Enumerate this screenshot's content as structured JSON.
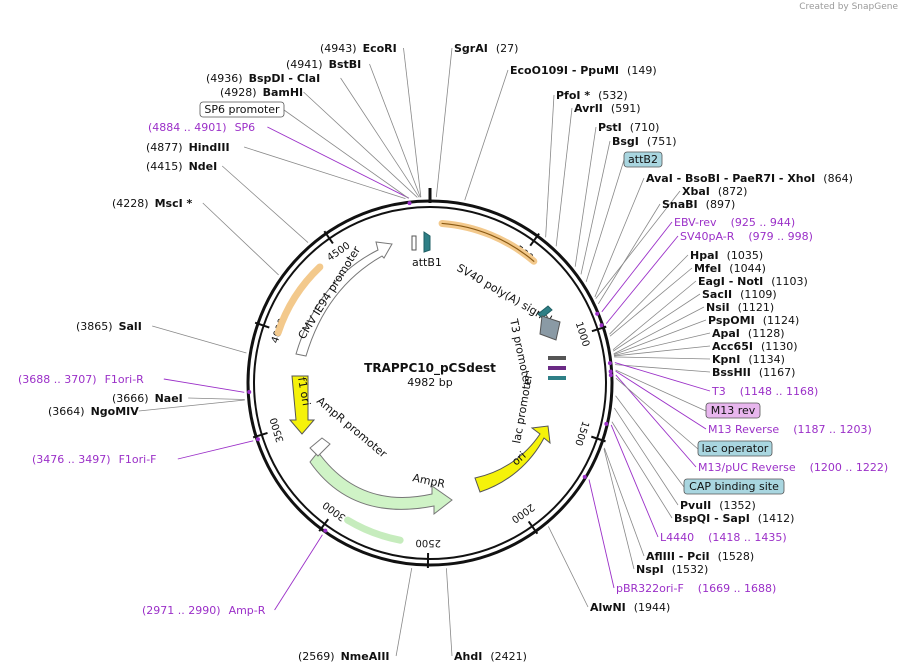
{
  "credit": "Created by SnapGene",
  "plasmid": {
    "name": "TRAPPC10_pCSdest",
    "size_label": "4982 bp",
    "total_bp": 4982
  },
  "colors": {
    "enzyme": "#111111",
    "primer": "#9b30c8",
    "feature_box": "#a9d6e0",
    "mrev_box": "#e8b6ee",
    "highlight": "#f3c98c",
    "ori": "#f5f20a",
    "ampr": "#cff3c6",
    "cmv": "#ffffff",
    "attb": "#2e7f86",
    "t3": "#8a9aa5"
  },
  "enzymes": [
    {
      "name": "EcoRI",
      "pos": "(4943)",
      "bp": 4943
    },
    {
      "name": "BstBI",
      "pos": "(4941)",
      "bp": 4941
    },
    {
      "name": "BspDI - ClaI",
      "pos": "(4936)",
      "bp": 4936
    },
    {
      "name": "BamHI",
      "pos": "(4928)",
      "bp": 4928
    },
    {
      "name": "HindIII",
      "pos": "(4877)",
      "bp": 4877
    },
    {
      "name": "NdeI",
      "pos": "(4415)",
      "bp": 4415
    },
    {
      "name": "MscI *",
      "pos": "(4228)",
      "bp": 4228
    },
    {
      "name": "SalI",
      "pos": "(3865)",
      "bp": 3865
    },
    {
      "name": "NaeI",
      "pos": "(3666)",
      "bp": 3666
    },
    {
      "name": "NgoMIV",
      "pos": "(3664)",
      "bp": 3664
    },
    {
      "name": "SgrAI",
      "pos": "(27)",
      "bp": 27
    },
    {
      "name": "EcoO109I - PpuMI",
      "pos": "(149)",
      "bp": 149
    },
    {
      "name": "PfoI *",
      "pos": "(532)",
      "bp": 532
    },
    {
      "name": "AvrII",
      "pos": "(591)",
      "bp": 591
    },
    {
      "name": "PstI",
      "pos": "(710)",
      "bp": 710
    },
    {
      "name": "BsgI",
      "pos": "(751)",
      "bp": 751
    },
    {
      "name": "AvaI - BsoBI - PaeR7I - XhoI",
      "pos": "(864)",
      "bp": 864
    },
    {
      "name": "XbaI",
      "pos": "(872)",
      "bp": 872
    },
    {
      "name": "SnaBI",
      "pos": "(897)",
      "bp": 897
    },
    {
      "name": "HpaI",
      "pos": "(1035)",
      "bp": 1035
    },
    {
      "name": "MfeI",
      "pos": "(1044)",
      "bp": 1044
    },
    {
      "name": "EagI - NotI",
      "pos": "(1103)",
      "bp": 1103
    },
    {
      "name": "SacII",
      "pos": "(1109)",
      "bp": 1109
    },
    {
      "name": "NsiI",
      "pos": "(1121)",
      "bp": 1121
    },
    {
      "name": "PspOMI",
      "pos": "(1124)",
      "bp": 1124
    },
    {
      "name": "ApaI",
      "pos": "(1128)",
      "bp": 1128
    },
    {
      "name": "Acc65I",
      "pos": "(1130)",
      "bp": 1130
    },
    {
      "name": "KpnI",
      "pos": "(1134)",
      "bp": 1134
    },
    {
      "name": "BssHII",
      "pos": "(1167)",
      "bp": 1167
    },
    {
      "name": "PvuII",
      "pos": "(1352)",
      "bp": 1352
    },
    {
      "name": "BspQI - SapI",
      "pos": "(1412)",
      "bp": 1412
    },
    {
      "name": "AflIII - PciI",
      "pos": "(1528)",
      "bp": 1528
    },
    {
      "name": "NspI",
      "pos": "(1532)",
      "bp": 1532
    },
    {
      "name": "AlwNI",
      "pos": "(1944)",
      "bp": 1944
    },
    {
      "name": "AhdI",
      "pos": "(2421)",
      "bp": 2421
    },
    {
      "name": "NmeAIII",
      "pos": "(2569)",
      "bp": 2569
    }
  ],
  "primers": [
    {
      "name": "SP6",
      "pos": "(4884 .. 4901)",
      "bp": 4892
    },
    {
      "name": "F1ori-R",
      "pos": "(3688 .. 3707)",
      "bp": 3697
    },
    {
      "name": "F1ori-F",
      "pos": "(3476 .. 3497)",
      "bp": 3486
    },
    {
      "name": "Amp-R",
      "pos": "(2971 .. 2990)",
      "bp": 2980
    },
    {
      "name": "EBV-rev",
      "pos": "(925 .. 944)",
      "bp": 934
    },
    {
      "name": "SV40pA-R",
      "pos": "(979 .. 998)",
      "bp": 988
    },
    {
      "name": "T3",
      "pos": "(1148 .. 1168)",
      "bp": 1158
    },
    {
      "name": "M13 Reverse",
      "pos": "(1187 .. 1203)",
      "bp": 1195
    },
    {
      "name": "M13/pUC Reverse",
      "pos": "(1200 .. 1222)",
      "bp": 1211
    },
    {
      "name": "L4440",
      "pos": "(1418 .. 1435)",
      "bp": 1426
    },
    {
      "name": "pBR322ori-F",
      "pos": "(1669 .. 1688)",
      "bp": 1678
    }
  ],
  "boxed_labels": [
    {
      "name": "SP6 promoter",
      "bp": 4890
    },
    {
      "name": "attB2",
      "bp": 790
    },
    {
      "name": "M13 rev",
      "bp": 1190
    },
    {
      "name": "lac operator",
      "bp": 1225
    },
    {
      "name": "CAP binding site",
      "bp": 1300
    }
  ],
  "inner_features": {
    "sv40": "SV40 poly(A) signal",
    "t3": "T3 promoter",
    "lac": "lac promoter",
    "ori": "ori",
    "ampr": "AmpR",
    "ampr_promoter": "AmpR promoter",
    "f1": "f1 ori",
    "cmv": "CMV IE94 promoter",
    "attb1": "attB1"
  },
  "ticks": [
    {
      "label": "500",
      "bp": 500
    },
    {
      "label": "1000",
      "bp": 1000
    },
    {
      "label": "1500",
      "bp": 1500
    },
    {
      "label": "2000",
      "bp": 2000
    },
    {
      "label": "2500",
      "bp": 2500
    },
    {
      "label": "3000",
      "bp": 3000
    },
    {
      "label": "3500",
      "bp": 3500
    },
    {
      "label": "4000",
      "bp": 4000
    },
    {
      "label": "4500",
      "bp": 4500
    }
  ]
}
